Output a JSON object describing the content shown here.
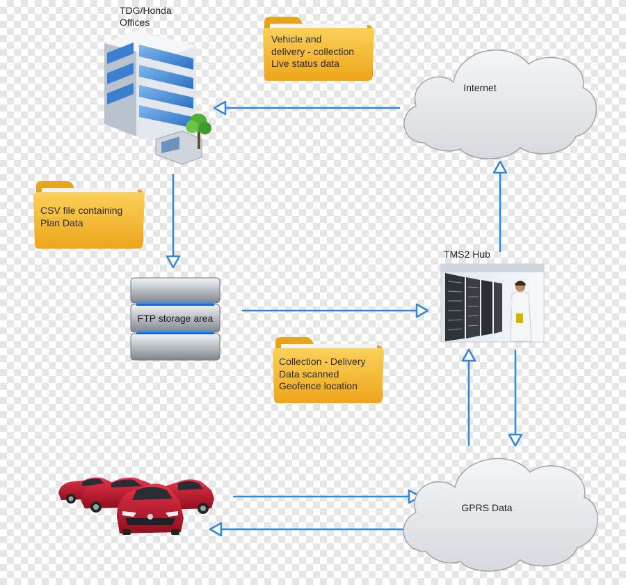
{
  "nodes": {
    "offices": {
      "label": "TDG/Honda\nOffices"
    },
    "internet": {
      "label": "Internet"
    },
    "ftp": {
      "label": "FTP storage area"
    },
    "tms_hub": {
      "label": "TMS2 Hub"
    },
    "gprs": {
      "label": "GPRS Data"
    },
    "vehicles": {
      "label": ""
    }
  },
  "folders": {
    "vehicle_status": {
      "text": "Vehicle and\ndelivery - collection\nLive status data"
    },
    "csv_plan": {
      "text": "CSV file containing\nPlan Data"
    },
    "collection_delivery": {
      "text": "Collection - Delivery\nData scanned\nGeofence location"
    }
  },
  "colors": {
    "arrow": "#2f86de",
    "folder": "#f5b82e",
    "cloud": "#e3e5e8",
    "car": "#c3172a"
  },
  "icons": {
    "offices": "office-building-icon",
    "folder": "folder-icon",
    "cloud": "cloud-icon",
    "ftp": "database-icon",
    "hub": "server-room-photo",
    "vehicles": "cars-icon"
  }
}
